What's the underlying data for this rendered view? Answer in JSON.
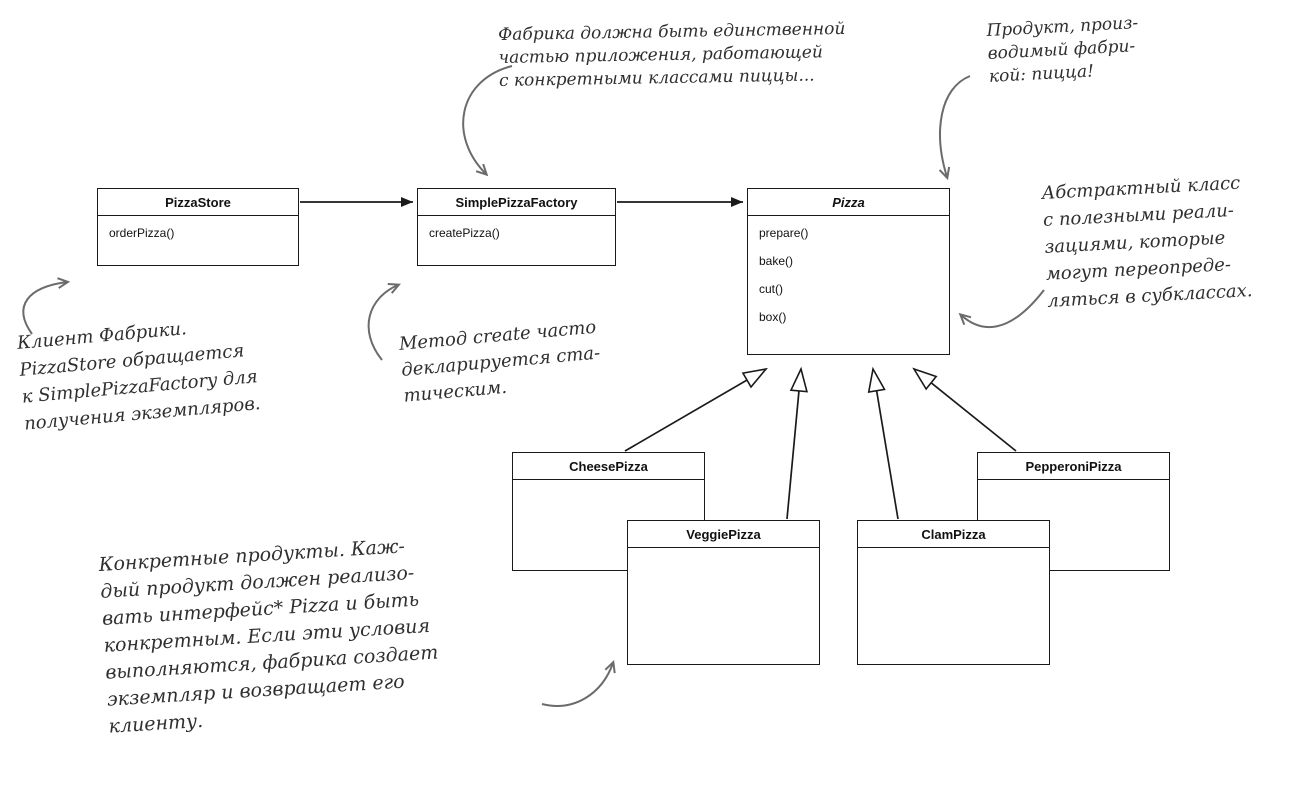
{
  "classes": [
    {
      "name": "PizzaStore",
      "methods": [
        "orderPizza()"
      ]
    },
    {
      "name": "SimplePizzaFactory",
      "methods": [
        "createPizza()"
      ]
    },
    {
      "name": "Pizza",
      "methods": [
        "prepare()",
        "bake()",
        "cut()",
        "box()"
      ]
    },
    {
      "name": "CheesePizza",
      "methods": []
    },
    {
      "name": "VeggiePizza",
      "methods": []
    },
    {
      "name": "ClamPizza",
      "methods": []
    },
    {
      "name": "PepperoniPizza",
      "methods": []
    }
  ],
  "annotations": {
    "factory": "Фабрика должна быть единственной\nчастью приложения, работающей\nс конкретными классами пиццы...",
    "product": "Продукт, произ-\nводимый фабри-\nкой: пицца!",
    "abstract": "Абстрактный класс\nс полезными реали-\nзациями, которые\nмогут переопреде-\nляться в субклассах.",
    "client": "Клиент Фабрики.\nPizzaStore обращается\nк SimplePizzaFactory для\nполучения экземпляров.",
    "create": "Метод create часто\nдекларируется ста-\nтическим.",
    "products": "Конкретные продукты. Каж-\nдый продукт должен реализо-\nвать интерфейс* Pizza и быть\nконкретным. Если эти условия\nвыполняются, фабрика создает\nэкземпляр и возвращает его\nклиенту."
  },
  "colors": {
    "line": "#1a1a1a",
    "hand": "#6b6b6b",
    "ink": "#2f2f2f"
  }
}
